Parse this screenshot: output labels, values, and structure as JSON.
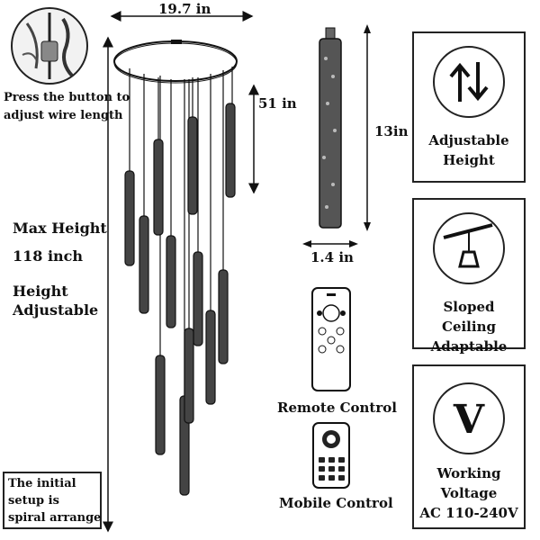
{
  "chandelier": {
    "width_label": "19.7 in",
    "drop_label": "51 in",
    "wire_hint_line1": "Press the button to",
    "wire_hint_line2": "adjust wire length",
    "max_height_title": "Max Height",
    "max_height_value": "118 inch",
    "adjust_line1": "Height",
    "adjust_line2": "Adjustable",
    "setup_line1": "The initial",
    "setup_line2": "setup is",
    "setup_line3": "spiral arrange"
  },
  "tube": {
    "length_label": "13in",
    "width_label": "1.4 in"
  },
  "controls": {
    "remote_label": "Remote Control",
    "mobile_label": "Mobile Control"
  },
  "features": [
    {
      "icon": "up-down-arrows-icon",
      "line1": "Adjustable",
      "line2": "Height"
    },
    {
      "icon": "sloped-ceiling-icon",
      "line1": "Sloped Ceiling",
      "line2": "Adaptable"
    },
    {
      "icon": "voltage-v-icon",
      "line1": "Working Voltage",
      "line2": "AC 110-240V"
    }
  ],
  "colors": {
    "ink": "#111111",
    "background": "#ffffff"
  }
}
